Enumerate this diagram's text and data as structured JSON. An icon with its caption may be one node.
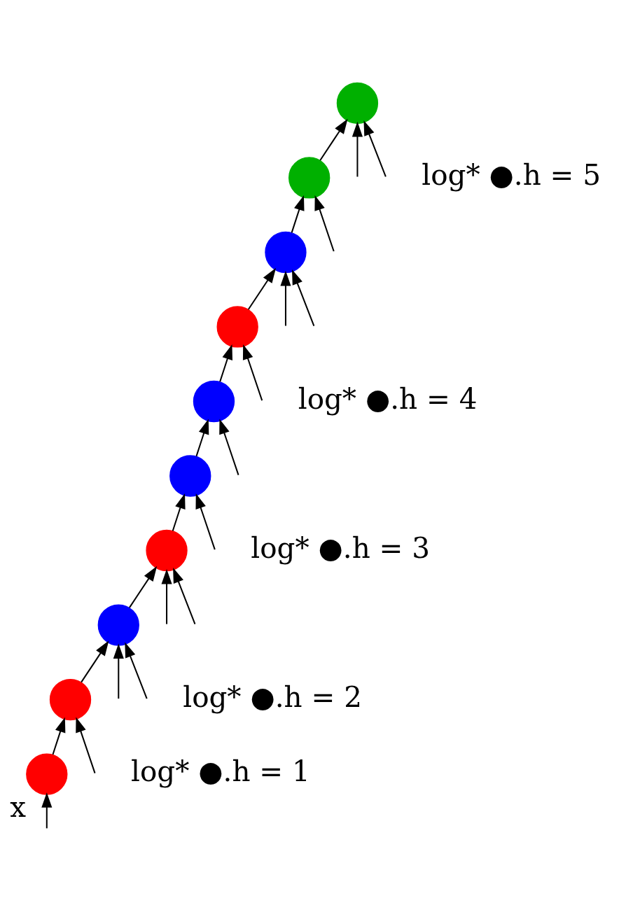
{
  "diagram": {
    "nodes": [
      {
        "text": [],
        "shape": "circle"
      },
      {
        "text": [],
        "shape": "circle"
      },
      {
        "text": [],
        "shape": "circle"
      },
      {
        "text": [],
        "shape": "circle"
      },
      {
        "text": [],
        "shape": "circle"
      },
      {
        "text": [],
        "shape": "circle"
      },
      {
        "text": [],
        "shape": "circle"
      },
      {
        "text": [],
        "shape": "circle"
      },
      {
        "text": [],
        "shape": "circle"
      },
      {
        "text": [],
        "shape": "circle",
        "beside": [
          "x"
        ]
      }
    ],
    "edges": [
      {
        "from": null,
        "to": 0,
        "arrow": "to"
      },
      {
        "from": null,
        "to": 0,
        "arrow": "to"
      },
      {
        "from": 1,
        "to": 0,
        "arrow": "to"
      },
      {
        "from": null,
        "to": 1,
        "arrow": "to"
      },
      {
        "from": 2,
        "to": 1,
        "arrow": "to"
      },
      {
        "from": null,
        "to": 2,
        "arrow": "to"
      },
      {
        "from": null,
        "to": 2,
        "arrow": "to"
      },
      {
        "from": 3,
        "to": 2,
        "arrow": "to"
      },
      {
        "from": null,
        "to": 3,
        "arrow": "to"
      },
      {
        "from": 4,
        "to": 3,
        "arrow": "to"
      },
      {
        "from": null,
        "to": 4,
        "arrow": "to"
      },
      {
        "from": 5,
        "to": 4,
        "arrow": "to"
      },
      {
        "from": null,
        "to": 5,
        "arrow": "to"
      },
      {
        "from": 6,
        "to": 5,
        "arrow": "to"
      },
      {
        "from": null,
        "to": 6,
        "arrow": "to"
      },
      {
        "from": null,
        "to": 6,
        "arrow": "to"
      },
      {
        "from": 7,
        "to": 6,
        "arrow": "to"
      },
      {
        "from": null,
        "to": 7,
        "arrow": "to"
      },
      {
        "from": null,
        "to": 7,
        "arrow": "to"
      },
      {
        "from": 8,
        "to": 7,
        "arrow": "to"
      },
      {
        "from": null,
        "to": 8,
        "arrow": "to"
      },
      {
        "from": 9,
        "to": 8,
        "arrow": "to"
      },
      {
        "from": null,
        "to": 9,
        "arrow": "to"
      }
    ],
    "labels": [
      "log* ●.h = 5",
      "log* ●.h = 4",
      "log* ●.h = 3",
      "log* ●.h = 2",
      "log* ●.h = 1"
    ]
  }
}
